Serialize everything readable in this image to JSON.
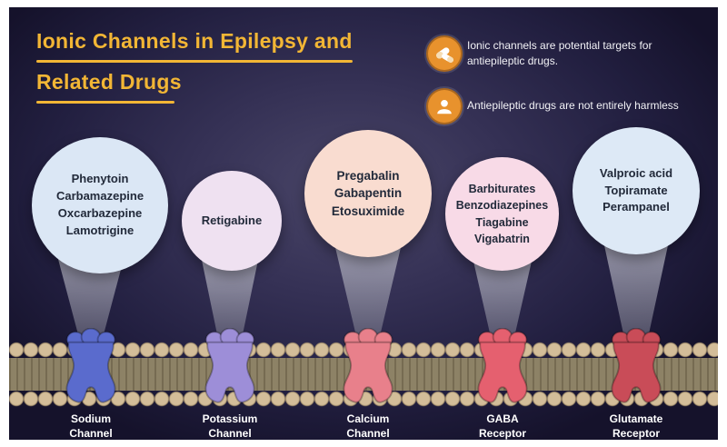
{
  "title": {
    "line1": "Ionic Channels in Epilepsy and",
    "line2": "Related Drugs",
    "accent_color": "#f2b635"
  },
  "notes": [
    {
      "icon": "pills-icon",
      "icon_color": "#e8922d",
      "text": "Ionic channels are potential targets for antiepileptic drugs."
    },
    {
      "icon": "person-icon",
      "icon_color": "#e8922d",
      "text": "Antiepileptic drugs are not entirely harmless"
    }
  ],
  "channels": [
    {
      "drugs": [
        "Phenytoin",
        "Carbamazepine",
        "Oxcarbazepine",
        "Lamotrigine"
      ],
      "label": [
        "Sodium",
        "Channel"
      ],
      "bubble_color": "#dbe7f5",
      "protein_color": "#5a6bcd"
    },
    {
      "drugs": [
        "Retigabine"
      ],
      "label": [
        "Potassium",
        "Channel"
      ],
      "bubble_color": "#efe1f1",
      "protein_color": "#9d8ed8"
    },
    {
      "drugs": [
        "Pregabalin",
        "Gabapentin",
        "Etosuximide"
      ],
      "label": [
        "Calcium",
        "Channel"
      ],
      "bubble_color": "#f9dcd0",
      "protein_color": "#e8808b"
    },
    {
      "drugs": [
        "Barbiturates",
        "Benzodiazepines",
        "Tiagabine",
        "Vigabatrin"
      ],
      "label": [
        "GABA",
        "Receptor"
      ],
      "bubble_color": "#f8dae7",
      "protein_color": "#e5606f"
    },
    {
      "drugs": [
        "Valproic acid",
        "Topiramate",
        "Perampanel"
      ],
      "label": [
        "Glutamate",
        "Receptor"
      ],
      "bubble_color": "#dde9f6",
      "protein_color": "#c94c58"
    }
  ]
}
